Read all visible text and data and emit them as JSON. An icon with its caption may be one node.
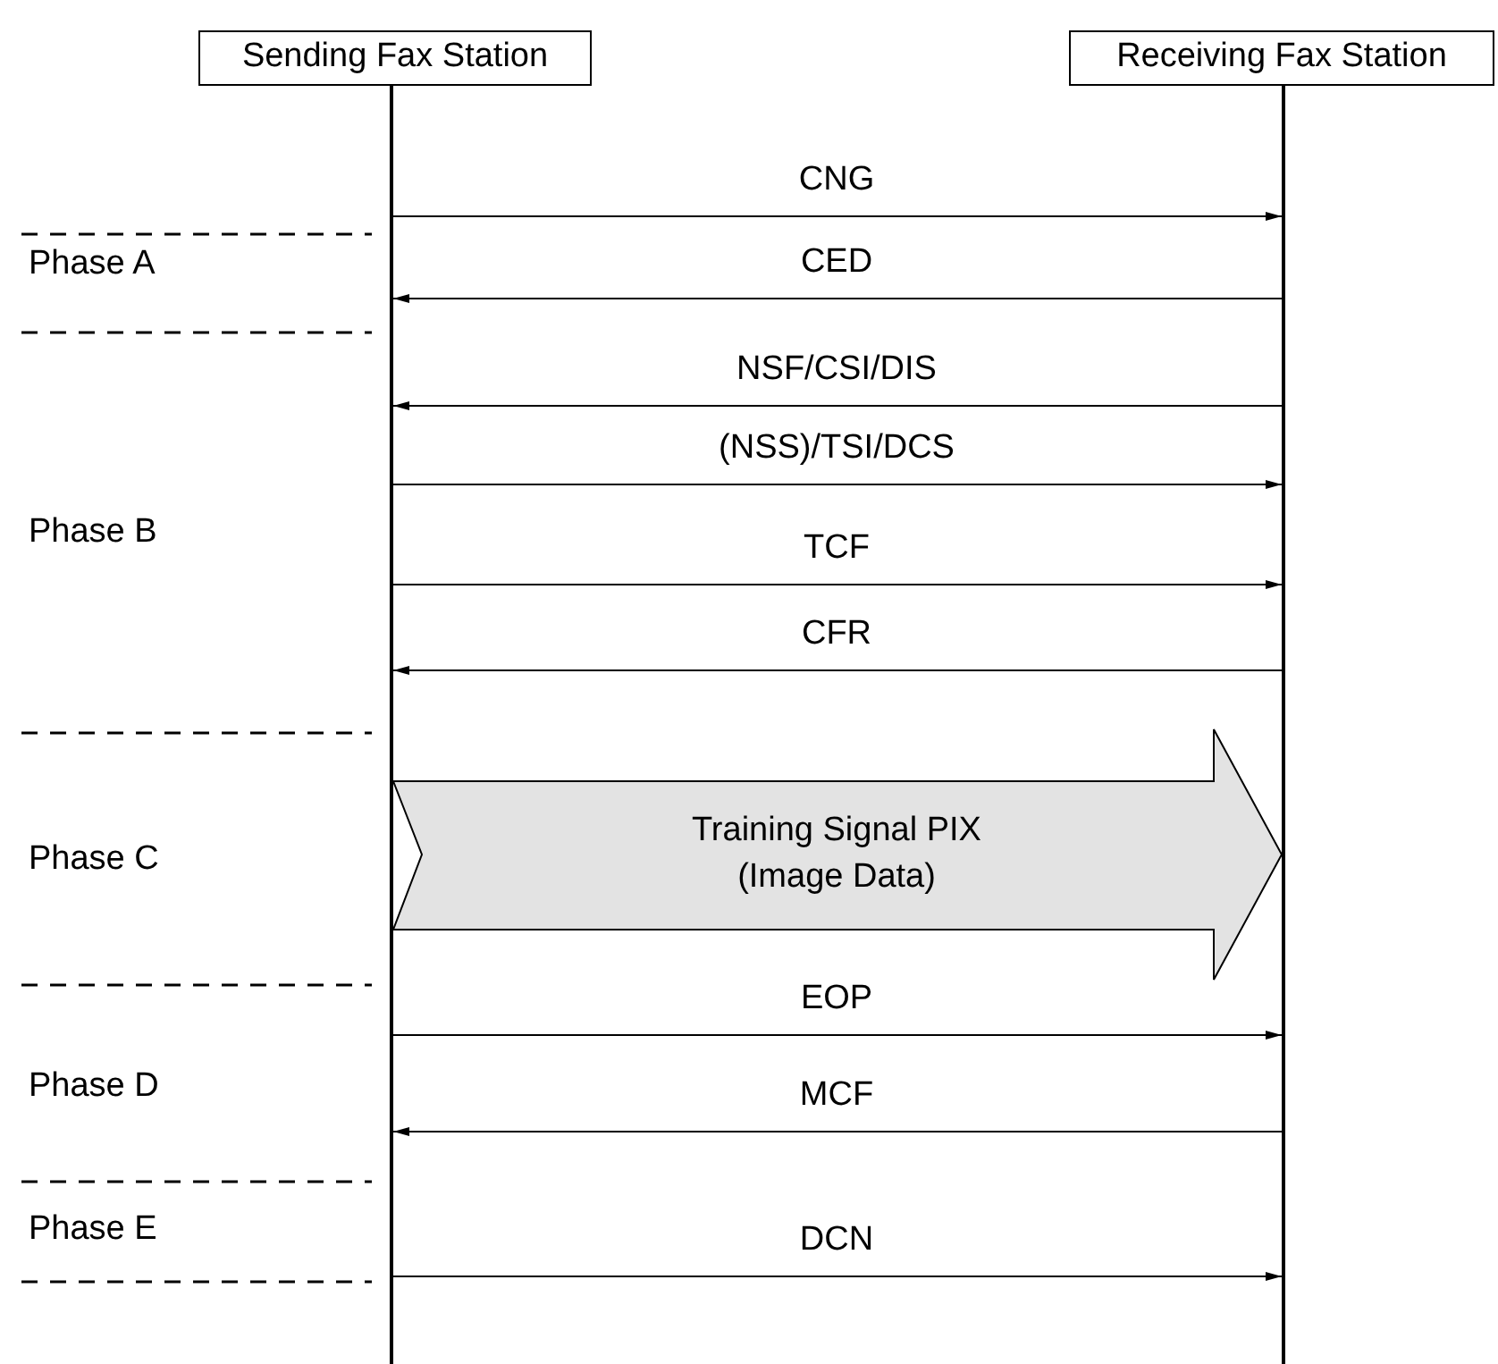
{
  "diagram": {
    "nodes": [
      {
        "text": [
          "Sending Fax Station"
        ]
      },
      {
        "text": [
          "Receiving Fax Station"
        ]
      },
      {
        "text": [],
        "shape": "bar"
      },
      {
        "text": [],
        "shape": "bar"
      }
    ],
    "edges": [
      {
        "from": 2,
        "to": 3,
        "arrow": "to",
        "label": "CNG"
      },
      {
        "from": 3,
        "to": 2,
        "arrow": "to",
        "label": "CED"
      },
      {
        "from": 3,
        "to": 2,
        "arrow": "to",
        "label": "NSF/CSI/DIS"
      },
      {
        "from": 2,
        "to": 3,
        "arrow": "to",
        "label": "(NSS)/TSI/DCS"
      },
      {
        "from": 2,
        "to": 3,
        "arrow": "to",
        "label": "TCF"
      },
      {
        "from": 3,
        "to": 2,
        "arrow": "to",
        "label": "CFR"
      },
      {
        "from": 2,
        "to": 3,
        "arrow": "to",
        "label": "Training Signal PIX (Image Data)",
        "style": "thick"
      },
      {
        "from": 2,
        "to": 3,
        "arrow": "to",
        "label": "EOP"
      },
      {
        "from": 3,
        "to": 2,
        "arrow": "to",
        "label": "MCF"
      },
      {
        "from": 2,
        "to": 3,
        "arrow": "to",
        "label": "DCN"
      }
    ],
    "labels": [
      "Phase A",
      "Phase B",
      "Phase C",
      "Phase D",
      "Phase E"
    ]
  }
}
